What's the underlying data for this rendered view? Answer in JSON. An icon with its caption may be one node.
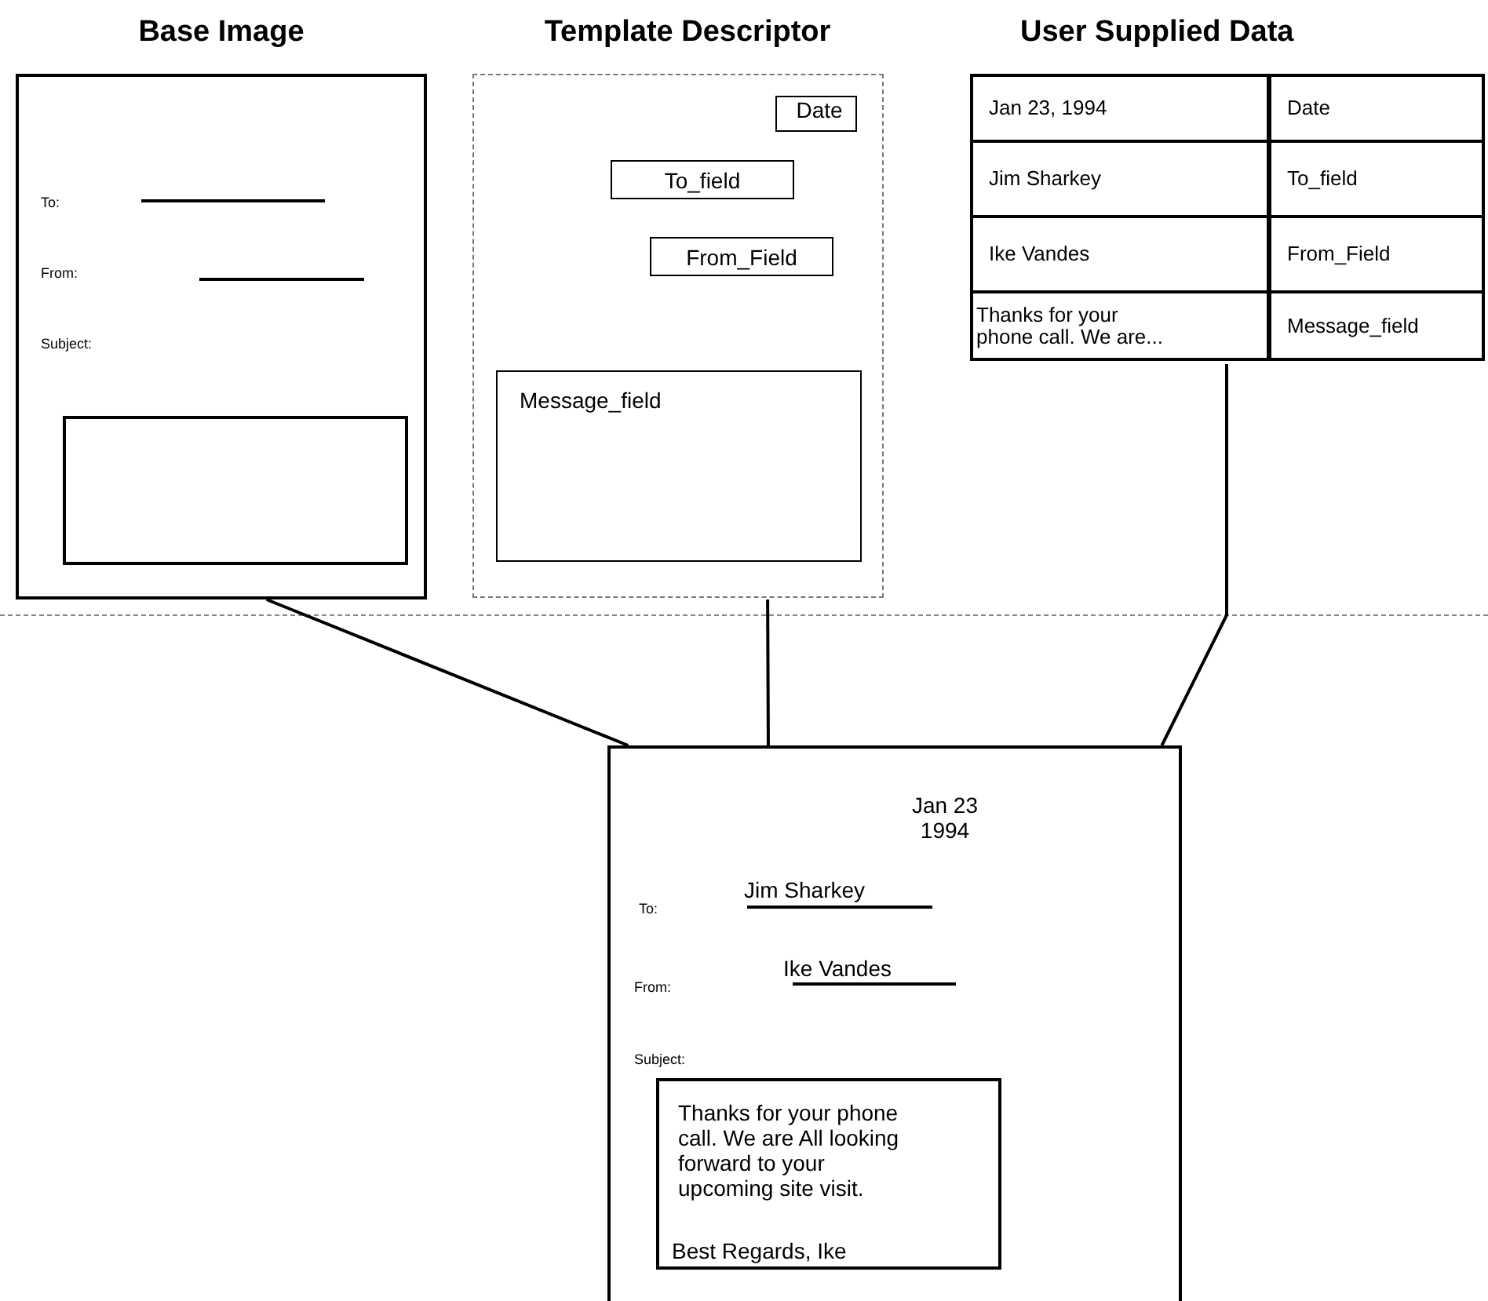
{
  "diagram": {
    "nodes": [
      {
        "text": [
          "Base Image",
          "To:",
          "From:",
          "Subject:"
        ]
      },
      {
        "text": [],
        "shape": "box",
        "in": 0
      },
      {
        "text": [
          "Template Descriptor"
        ]
      },
      {
        "text": [
          "Date"
        ],
        "in": 2
      },
      {
        "text": [
          "To_field"
        ],
        "in": 2
      },
      {
        "text": [
          "From_Field"
        ],
        "in": 2
      },
      {
        "text": [
          "Message_field"
        ],
        "in": 2
      },
      {
        "text": [
          "User Supplied Data",
          "Jan 23, 1994",
          "Date",
          "Jim Sharkey",
          "To_field",
          "Ike Vandes",
          "From_Field",
          "Thanks for your phone call. We are...",
          "Message_field"
        ]
      },
      {
        "text": [
          "Jan 23 1994",
          "To:",
          "Jim Sharkey",
          "From:",
          "Ike Vandes",
          "Subject:"
        ]
      },
      {
        "text": [
          "Thanks for your phone call. We are All looking forward to your upcoming site visit.",
          "Best Regards, Ike"
        ],
        "in": 8
      }
    ],
    "edges": [
      {
        "from": 0,
        "to": 8,
        "arrow": "none"
      },
      {
        "from": 2,
        "to": 8,
        "arrow": "none"
      },
      {
        "from": 7,
        "to": 8,
        "arrow": "none"
      }
    ]
  }
}
